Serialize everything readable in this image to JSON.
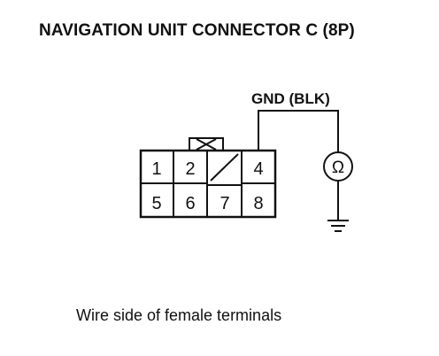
{
  "title": "NAVIGATION UNIT CONNECTOR C (8P)",
  "caption": "Wire side of female terminals",
  "wire_label": "GND (BLK)",
  "meter_symbol": "Ω",
  "icons": [
    "ohmmeter-icon",
    "ground-icon",
    "connector-lock-tab-icon"
  ],
  "connector": {
    "top_row": [
      "1",
      "2",
      "",
      "4"
    ],
    "bottom_row": [
      "5",
      "6",
      "7",
      "8"
    ]
  }
}
